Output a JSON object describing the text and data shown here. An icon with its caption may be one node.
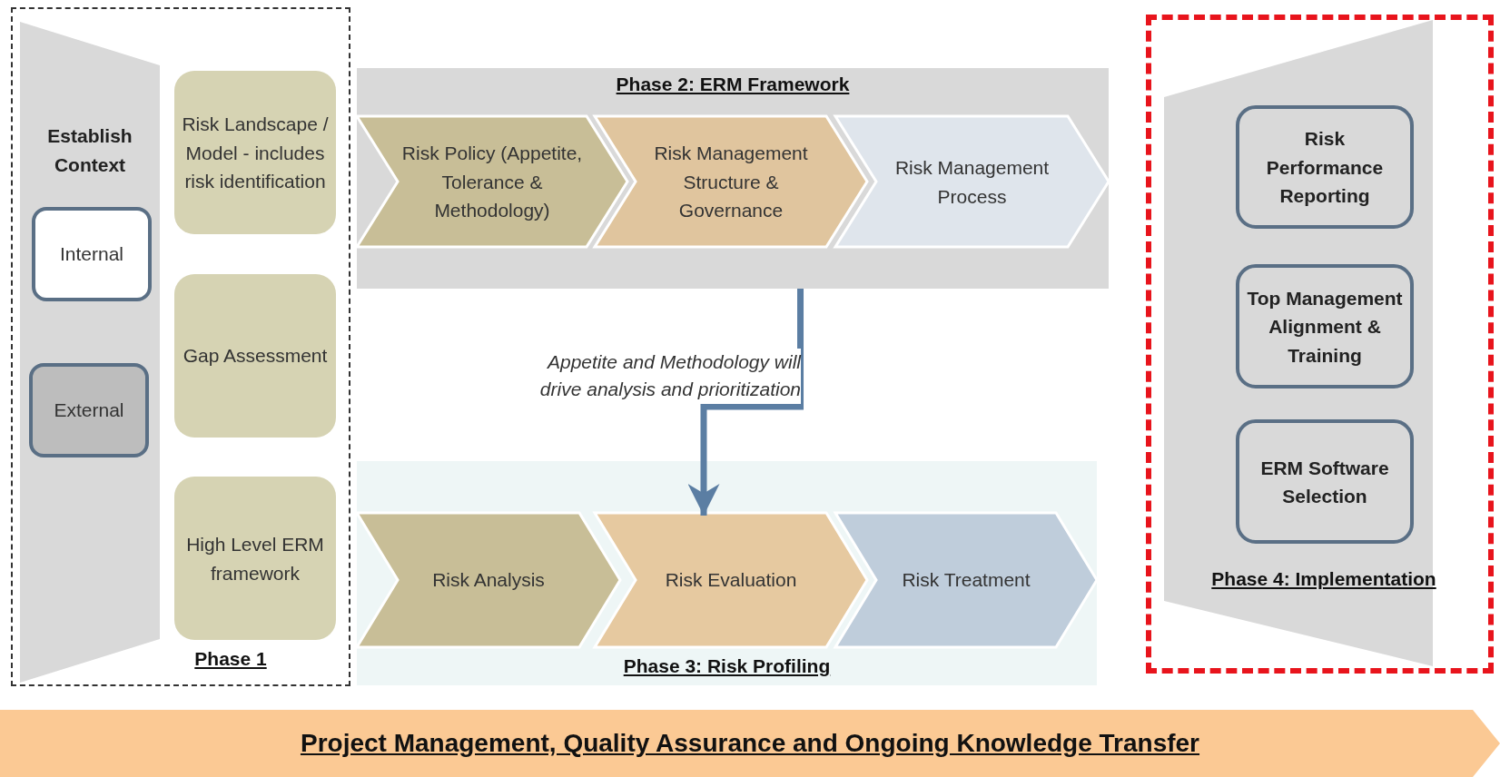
{
  "diagram": {
    "nodes": [
      {
        "text": [
          "Phase 1"
        ]
      },
      {
        "text": [
          "Establish Context"
        ],
        "in": 0
      },
      {
        "text": [
          "Internal"
        ],
        "in": 1
      },
      {
        "text": [
          "External"
        ],
        "in": 1
      },
      {
        "text": [
          "Risk Landscape / Model - includes risk identification"
        ],
        "in": 0
      },
      {
        "text": [
          "Gap Assessment"
        ],
        "in": 0
      },
      {
        "text": [
          "High Level ERM framework"
        ],
        "in": 0
      },
      {
        "text": [
          "Phase 2: ERM Framework"
        ]
      },
      {
        "text": [
          "Risk Policy (Appetite, Tolerance & Methodology)"
        ],
        "in": 7
      },
      {
        "text": [
          "Risk Management Structure & Governance"
        ],
        "in": 7
      },
      {
        "text": [
          "Risk Management Process"
        ],
        "in": 7
      },
      {
        "text": [
          "Phase 3: Risk Profiling"
        ]
      },
      {
        "text": [
          "Risk Analysis"
        ],
        "in": 11
      },
      {
        "text": [
          "Risk Evaluation"
        ],
        "in": 11
      },
      {
        "text": [
          "Risk Treatment"
        ],
        "in": 11
      },
      {
        "text": [
          "Phase 4: Implementation"
        ]
      },
      {
        "text": [
          "Risk Performance Reporting"
        ],
        "in": 15
      },
      {
        "text": [
          "Top Management Alignment & Training"
        ],
        "in": 15
      },
      {
        "text": [
          "ERM Software Selection"
        ],
        "in": 15
      },
      {
        "text": [
          "Project Management, Quality Assurance and Ongoing Knowledge Transfer"
        ]
      }
    ],
    "edges": [
      {
        "from": 7,
        "to": 13,
        "arrow": "to",
        "label": "Appetite and Methodology will drive analysis and prioritization"
      }
    ]
  }
}
